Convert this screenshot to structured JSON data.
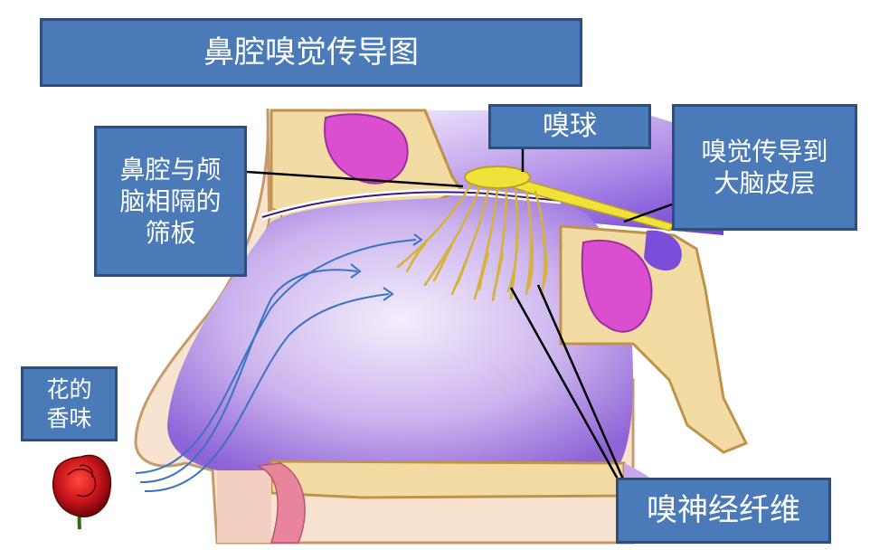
{
  "labels": {
    "title": "鼻腔嗅觉传导图",
    "olfactory_bulb": "嗅球",
    "to_cortex": "嗅觉传导到\n大脑皮层",
    "cribriform_plate": "鼻腔与颅\n脑相隔的\n筛板",
    "flower_scent": "花的\n香味",
    "olfactory_nerve_fibers": "嗅神经纤维"
  },
  "colors": {
    "label_fill": "#4a7ab8",
    "label_border": "#2e4f7e",
    "cavity_purple": "#b89be0",
    "bone": "#f3dca4",
    "bulb_yellow": "#f1e23a",
    "nerve": "#d6b238",
    "sinus_pink": "#d94fcf",
    "airflow": "#3a73c4",
    "rose": "#c8141b"
  },
  "icons": {
    "flower": "rose-icon"
  }
}
